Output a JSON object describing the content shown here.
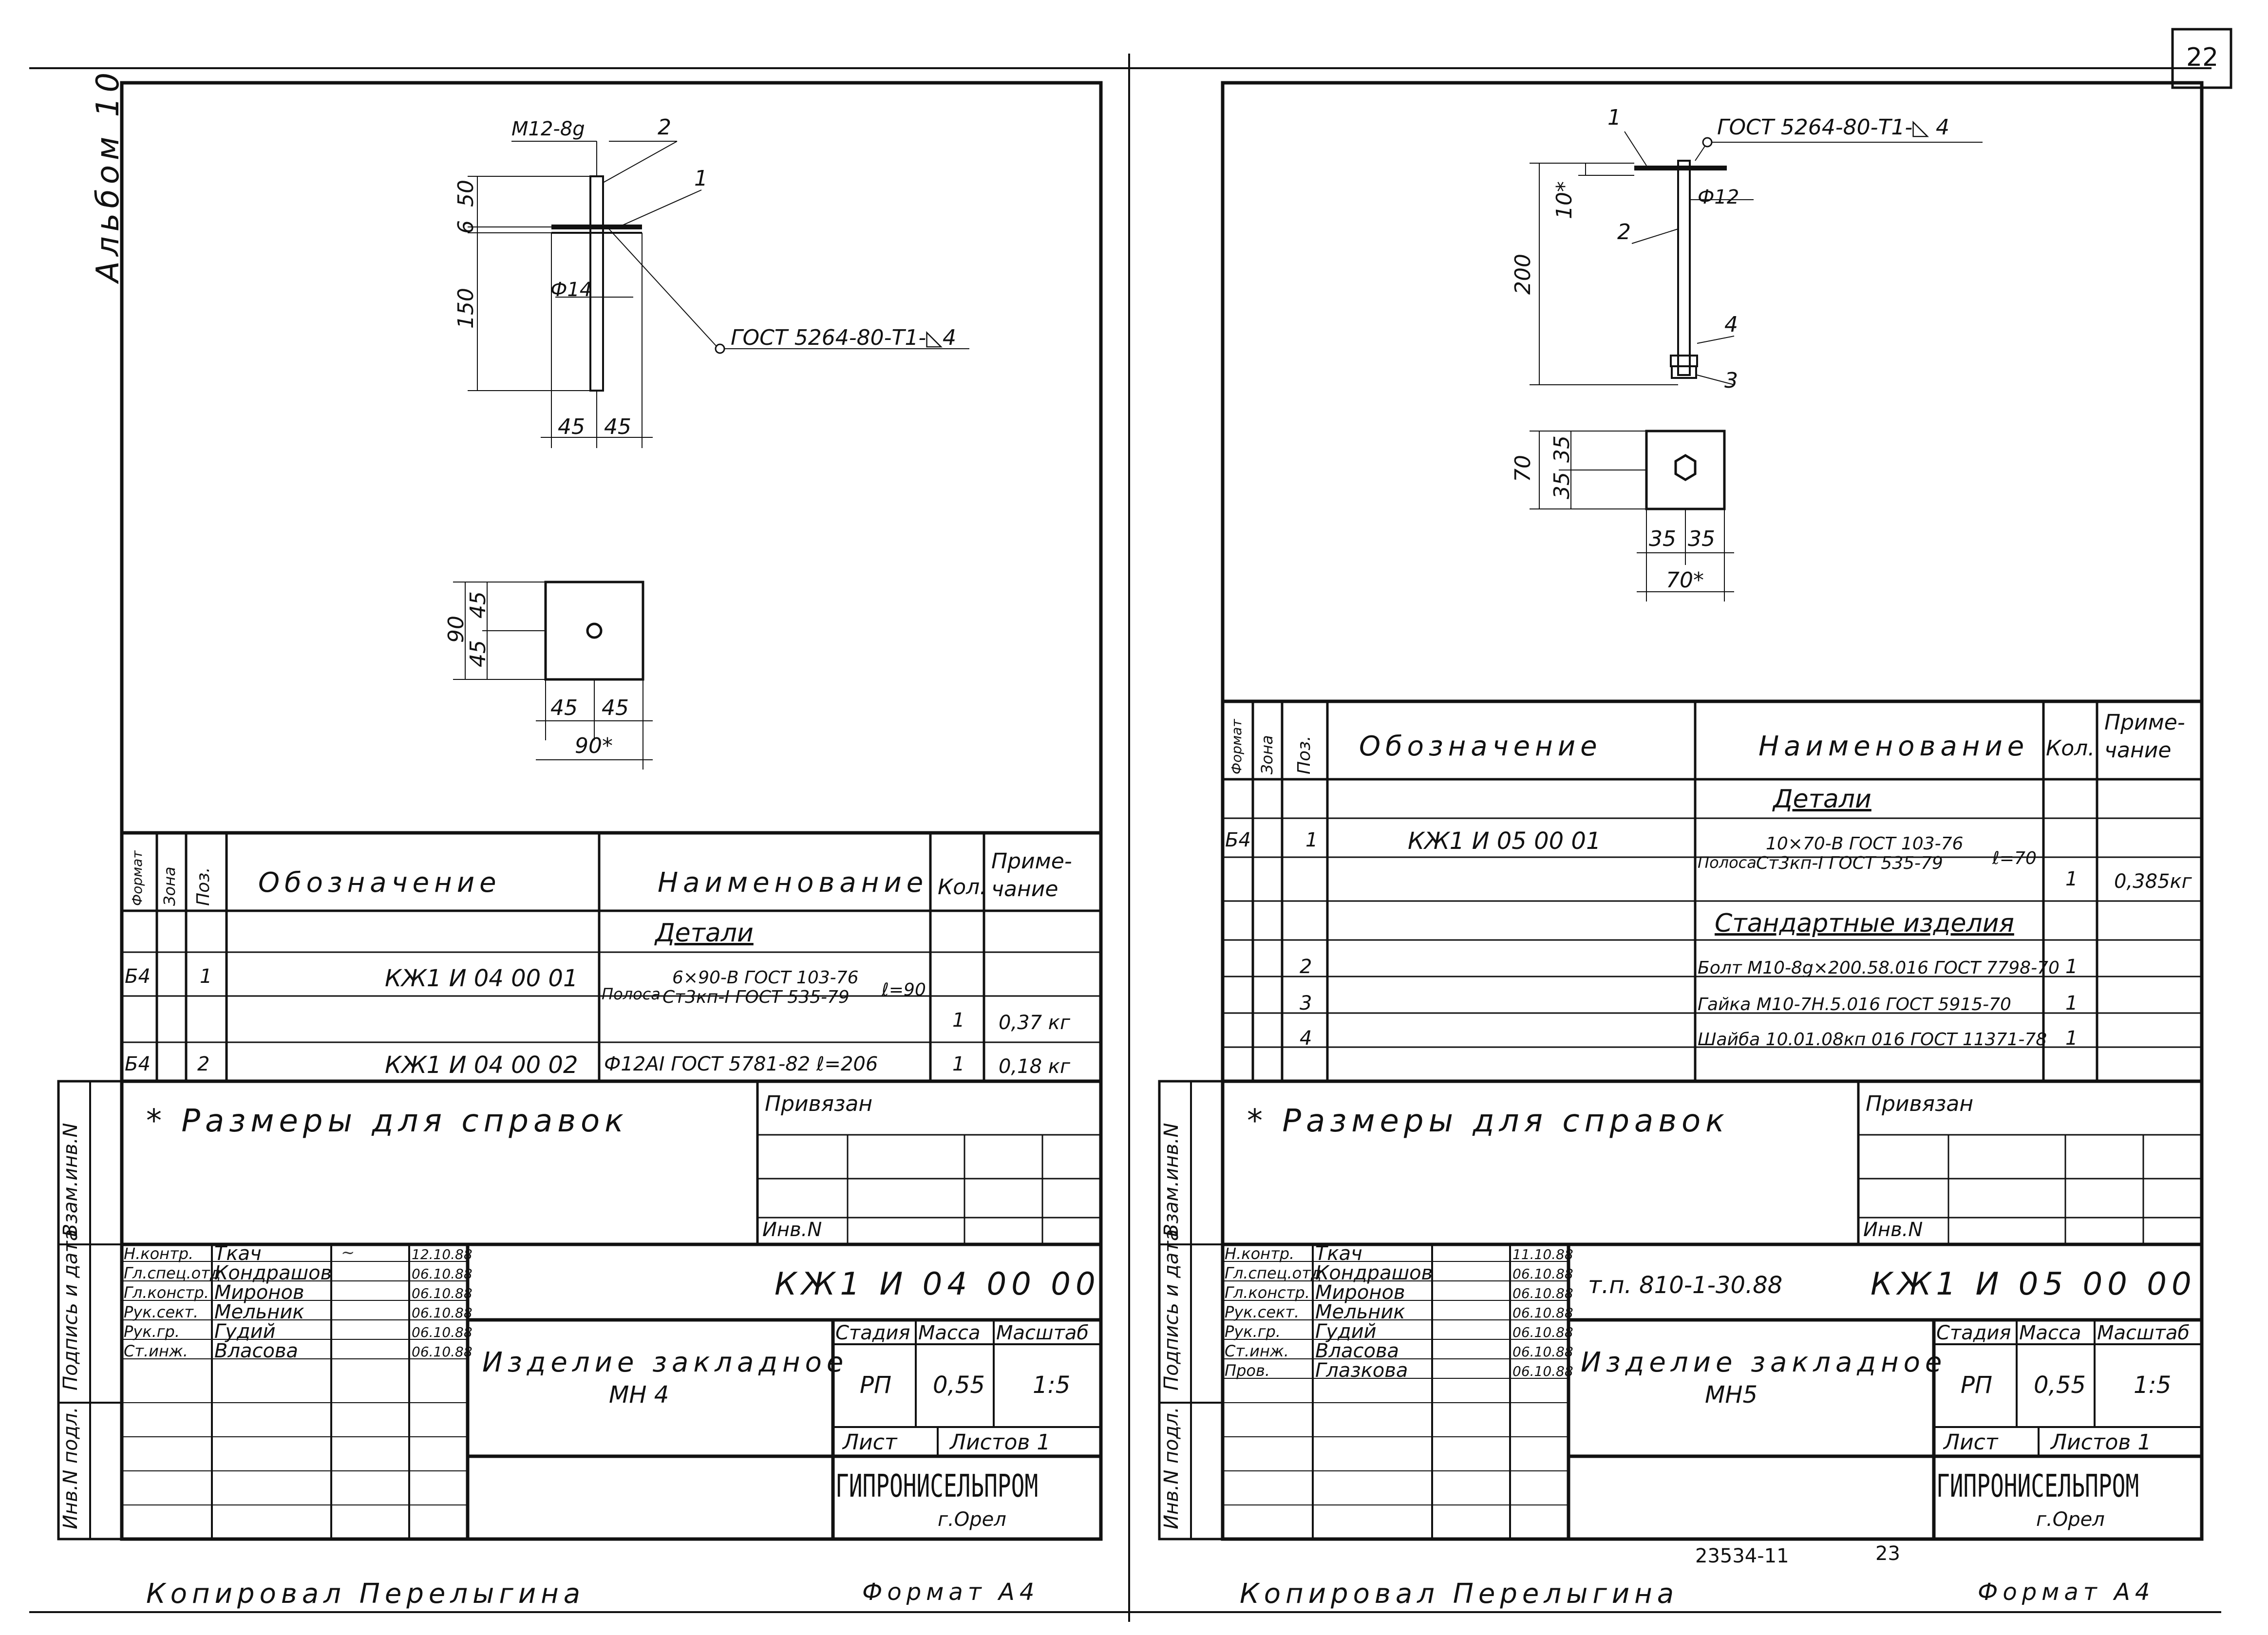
{
  "page_number": "22",
  "album": "Альбом 10",
  "footer": {
    "copied_by": "Копировал Перелыгина",
    "format": "Формат А4",
    "stamp_number": "23534-11",
    "stamp_sheet": "23"
  },
  "side_columns": [
    "Инв.N подл.",
    "Подпись и дата",
    "Взам.инв.N"
  ],
  "sheets": [
    {
      "drawing": {
        "thread_label": "M12-8g",
        "pos2": "2",
        "pos1": "1",
        "dim_6": "6",
        "dim_50": "50",
        "dim_150": "150",
        "diameter": "Ф14",
        "weld": "ГОСТ 5264-80-Т1-◺4",
        "dim_45a": "45",
        "dim_45b": "45",
        "plan_90": "90",
        "plan_45a": "45",
        "plan_45b": "45",
        "plan_45c": "45",
        "plan_45d": "45",
        "plan_90star": "90*"
      },
      "spec": {
        "h_format": "Формат",
        "h_zone": "Зона",
        "h_pos": "Поз.",
        "h_designation": "Обозначение",
        "h_name": "Наименование",
        "h_qty": "Кол.",
        "h_note": "Приме-\nчание",
        "section": "Детали",
        "rows": [
          {
            "format": "Б4",
            "pos": "1",
            "designation": "КЖ1 И 04 00 01",
            "name_prefix": "Полоса",
            "name_top": "6×90-В ГОСТ 103-76",
            "name_bottom": "Ст3кп-I ГОСТ 535-79",
            "name_len": "ℓ=90",
            "qty": "1",
            "note": "0,37 кг"
          },
          {
            "format": "Б4",
            "pos": "2",
            "designation": "КЖ1 И 04 00 02",
            "name": "Ф12АI ГОСТ 5781-82 ℓ=206",
            "qty": "1",
            "note": "0,18 кг"
          }
        ]
      },
      "ref_note": "* Размеры для справок",
      "privyazan": "Привязан",
      "inv": "Инв.N",
      "title_block": {
        "roles": [
          "Н.контр.",
          "Гл.спец.отд",
          "Гл.констр.",
          "Рук.сект.",
          "Рук.гр.",
          "Ст.инж."
        ],
        "names": [
          "Ткач",
          "Кондрашов",
          "Миронов",
          "Мельник",
          "Гудий",
          "Власова"
        ],
        "dates": [
          "12.10.88",
          "06.10.88",
          "06.10.88",
          "06.10.88",
          "06.10.88",
          "06.10.88"
        ],
        "doc_code": "КЖ1 И 04 00 00",
        "title_line1": "Изделие закладное",
        "title_line2": "МН 4",
        "h_stage": "Стадия",
        "h_mass": "Масса",
        "h_scale": "Масштаб",
        "stage": "РП",
        "mass": "0,55",
        "scale": "1:5",
        "sheet_label": "Лист",
        "sheets_label": "Листов 1",
        "org": "ГИПРОНИСЕЛЬПРОМ",
        "city": "г.Орел"
      }
    },
    {
      "drawing": {
        "pos1": "1",
        "weld": "ГОСТ 5264-80-Т1-◺ 4",
        "dim_10star": "10*",
        "diameter": "Ф12",
        "pos2": "2",
        "dim_200": "200",
        "pos4": "4",
        "pos3": "3",
        "plan_70": "70",
        "plan_35a": "35",
        "plan_35b": "35",
        "plan_35c": "35",
        "plan_35d": "35",
        "plan_70star": "70*"
      },
      "spec": {
        "h_format": "Формат",
        "h_zone": "Зона",
        "h_pos": "Поз.",
        "h_designation": "Обозначение",
        "h_name": "Наименование",
        "h_qty": "Кол.",
        "h_note": "Приме-\nчание",
        "section1": "Детали",
        "section2": "Стандартные изделия",
        "row1": {
          "format": "Б4",
          "pos": "1",
          "designation": "КЖ1 И 05 00 01",
          "name_prefix": "Полоса",
          "name_top": "10×70-В ГОСТ 103-76",
          "name_bottom": "Ст3кп-I ГОСТ 535-79",
          "name_len": "ℓ=70",
          "qty": "1",
          "note": "0,385кг"
        },
        "std_rows": [
          {
            "pos": "2",
            "name": "Болт М10-8g×200.58.016 ГОСТ 7798-70",
            "qty": "1"
          },
          {
            "pos": "3",
            "name": "Гайка М10-7Н.5.016 ГОСТ 5915-70",
            "qty": "1"
          },
          {
            "pos": "4",
            "name": "Шайба 10.01.08кп 016 ГОСТ 11371-78",
            "qty": "1"
          }
        ]
      },
      "ref_note": "* Размеры для справок",
      "privyazan": "Привязан",
      "inv": "Инв.N",
      "title_block": {
        "roles": [
          "Н.контр.",
          "Гл.спец.отд",
          "Гл.констр.",
          "Рук.сект.",
          "Рук.гр.",
          "Ст.инж.",
          "Пров."
        ],
        "names": [
          "Ткач",
          "Кондрашов",
          "Миронов",
          "Мельник",
          "Гудий",
          "Власова",
          "Глазкова"
        ],
        "dates": [
          "11.10.88",
          "06.10.88",
          "06.10.88",
          "06.10.88",
          "06.10.88",
          "06.10.88",
          "06.10.88"
        ],
        "project": "т.п. 810-1-30.88",
        "doc_code": "КЖ1 И 05 00 00",
        "title_line1": "Изделие закладное",
        "title_line2": "МН5",
        "h_stage": "Стадия",
        "h_mass": "Масса",
        "h_scale": "Масштаб",
        "stage": "РП",
        "mass": "0,55",
        "scale": "1:5",
        "sheet_label": "Лист",
        "sheets_label": "Листов 1",
        "org": "ГИПРОНИСЕЛЬПРОМ",
        "city": "г.Орел"
      }
    }
  ]
}
